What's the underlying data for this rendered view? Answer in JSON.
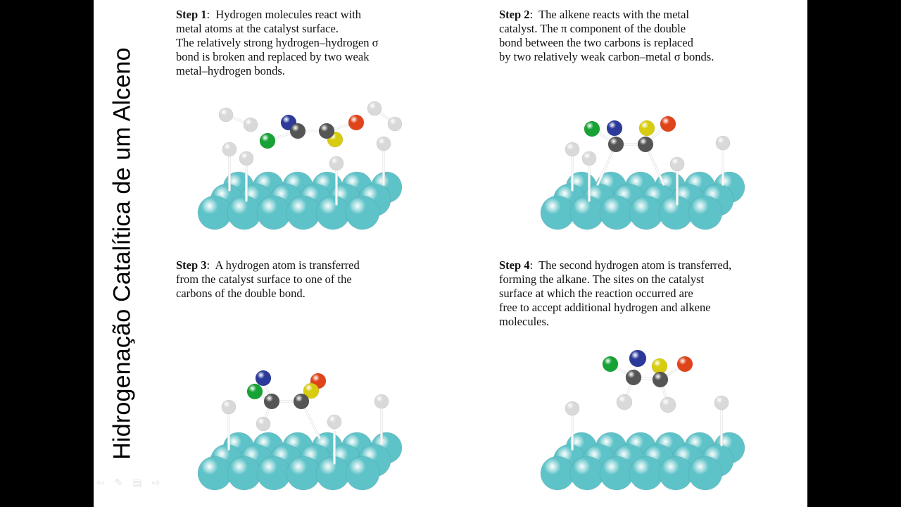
{
  "slide_title": "Hidrogenação Catalítica de um Alceno",
  "steps": [
    {
      "label": "Step 1",
      "lines": [
        "Hydrogen molecules react with",
        "metal atoms at the catalyst surface.",
        "The relatively strong hydrogen–hydrogen σ",
        "bond is broken and replaced by two weak",
        "metal–hydrogen bonds."
      ]
    },
    {
      "label": "Step 2",
      "lines": [
        "The alkene reacts with the metal",
        "catalyst. The π component of the double",
        "bond between the two carbons is replaced",
        "by two relatively weak carbon–metal σ bonds."
      ]
    },
    {
      "label": "Step 3",
      "lines": [
        "A hydrogen atom is transferred",
        "from the catalyst surface to one of the",
        "carbons of the double bond."
      ]
    },
    {
      "label": "Step 4",
      "lines": [
        "The second hydrogen atom is transferred,",
        "forming the alkane. The sites on the catalyst",
        "surface at which the reaction occurred are",
        "free to accept additional hydrogen and alkene",
        "molecules."
      ]
    }
  ],
  "colors": {
    "catalyst": "#5ec3c8",
    "hydrogen": "#d9d9d9",
    "carbon": "#555555",
    "substituent_green": "#17a236",
    "substituent_blue": "#2b3a9a",
    "substituent_yellow": "#d8cc10",
    "substituent_orange": "#e0441a"
  },
  "nav_icons": [
    "arrow-left-icon",
    "pen-icon",
    "menu-icon",
    "arrow-right-icon"
  ]
}
